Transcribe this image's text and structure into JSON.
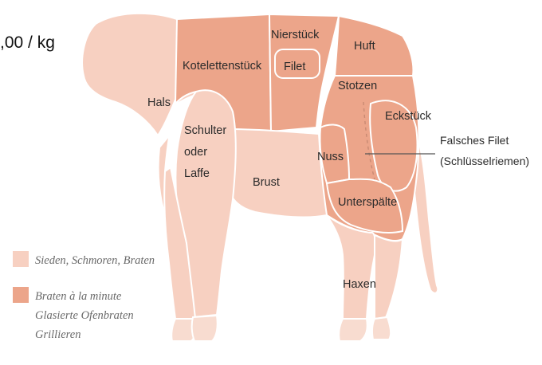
{
  "price_text": ",00 / kg",
  "colors": {
    "light_cut": "#f7d0c1",
    "dark_cut": "#eca58a",
    "outline": "#ffffff",
    "hoof": "#f8dcd0",
    "line": "#555555"
  },
  "cuts": {
    "hals": "Hals",
    "kotelettenstueck": "Kotelettenstück",
    "nierstueck": "Nierstück",
    "filet": "Filet",
    "huft": "Huft",
    "stotzen": "Stotzen",
    "eckstueck": "Eckstück",
    "schulter_1": "Schulter",
    "schulter_2": "oder",
    "schulter_3": "Laffe",
    "brust": "Brust",
    "nuss": "Nuss",
    "unterspaelte": "Unterspälte",
    "haxen": "Haxen"
  },
  "callout": {
    "line1": "Falsches Filet",
    "line2": "(Schlüsselriemen)"
  },
  "legend": {
    "light_label": "Sieden, Schmoren, Braten",
    "dark_line1": "Braten à la minute",
    "dark_line2": "Glasierte Ofenbraten",
    "dark_line3": "Grillieren"
  }
}
